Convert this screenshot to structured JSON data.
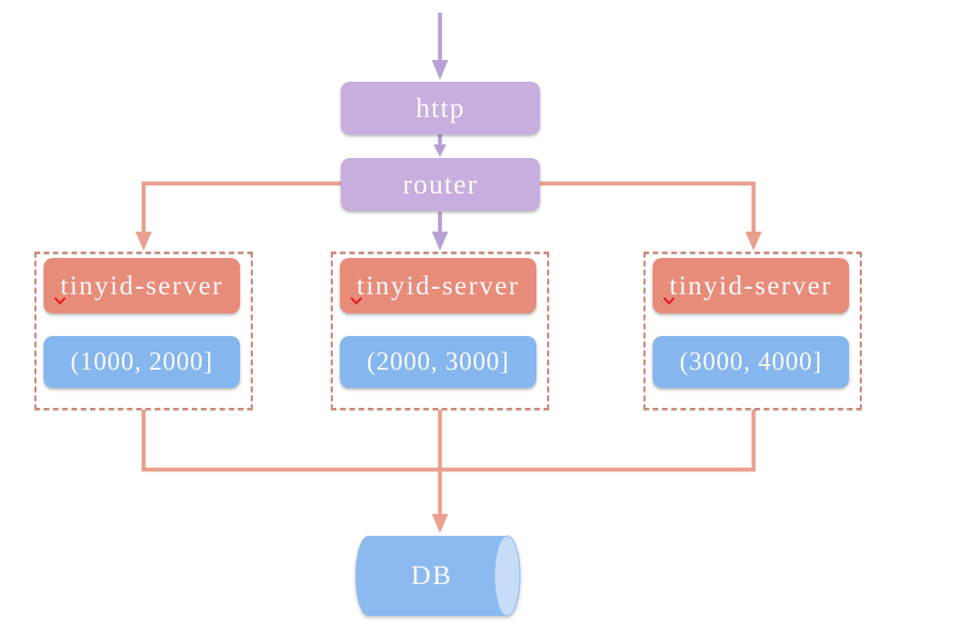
{
  "diagram": {
    "http_label": "http",
    "router_label": "router",
    "groups": [
      {
        "server": "tinyid-server",
        "range": "(1000, 2000]"
      },
      {
        "server": "tinyid-server",
        "range": "(2000, 3000]"
      },
      {
        "server": "tinyid-server",
        "range": "(3000, 4000]"
      }
    ],
    "db_label": "DB",
    "colors": {
      "purple_box": "#c7aede",
      "purple_line": "#b7a0d6",
      "salmon_box": "#e88c7a",
      "salmon_line": "#e9a08e",
      "dashed_border": "#d8826c",
      "blue_box": "#86b6ee",
      "db_body": "#8cbaf0",
      "db_cap": "#c6dcf9",
      "text": "#fcfafc",
      "squiggle": "#e21f1f"
    }
  }
}
